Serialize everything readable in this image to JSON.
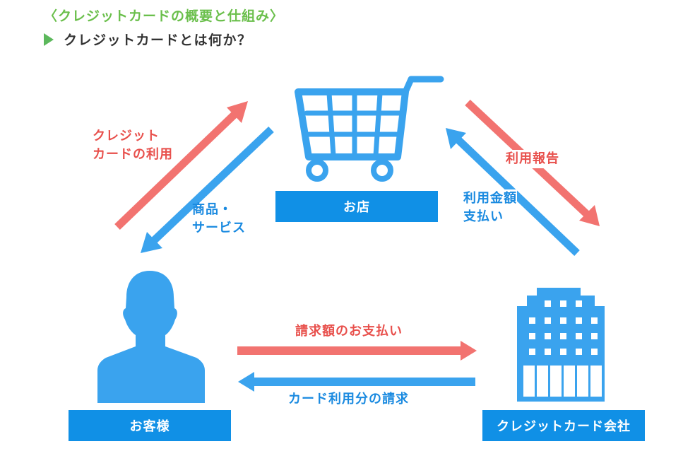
{
  "header": {
    "subtitle": "〈クレジットカードの概要と仕組み〉",
    "title": "クレジットカードとは何か？"
  },
  "colors": {
    "subtitle_green": "#6abf4b",
    "marker_green": "#5cb85c",
    "icon_blue": "#3aa3ee",
    "label_blue": "#1090e6",
    "arrow_red": "#f27370",
    "text_red": "#e8504c",
    "text_blue": "#1a8ae0",
    "heading_dark": "#333333"
  },
  "nodes": {
    "shop": {
      "label": "お店",
      "icon": "shopping-cart-icon"
    },
    "customer": {
      "label": "お客様",
      "icon": "person-silhouette-icon"
    },
    "card_company": {
      "label": "クレジットカード会社",
      "icon": "office-building-icon"
    }
  },
  "flows": {
    "card_use": {
      "line1": "クレジット",
      "line2": "カードの利用",
      "from": "customer",
      "to": "shop"
    },
    "goods_services": {
      "line1": "商品・",
      "line2": "サービス",
      "from": "shop",
      "to": "customer"
    },
    "usage_report": {
      "line1": "利用報告",
      "from": "shop",
      "to": "card_company"
    },
    "payment_to_shop": {
      "line1": "利用金額",
      "line2": "支払い",
      "from": "card_company",
      "to": "shop"
    },
    "bill_payment": {
      "line1": "請求額のお支払い",
      "from": "customer",
      "to": "card_company"
    },
    "billing": {
      "line1": "カード利用分の請求",
      "from": "card_company",
      "to": "customer"
    }
  }
}
